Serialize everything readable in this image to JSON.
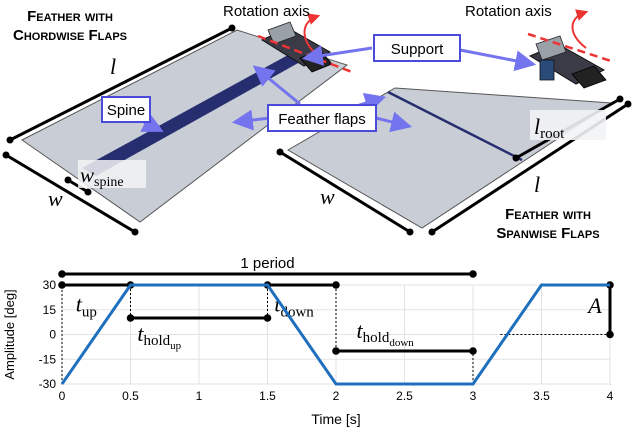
{
  "top": {
    "title_chordwise_line1": "Feather with",
    "title_chordwise_line2": "Chordwise Flaps",
    "title_spanwise_line1": "Feather with",
    "title_spanwise_line2": "Spanwise Flaps",
    "rotation_axis_left": "Rotation axis",
    "rotation_axis_right": "Rotation axis",
    "support_label": "Support",
    "feather_flaps_label": "Feather flaps",
    "spine_label": "Spine",
    "dim_l": "l",
    "dim_w": "w",
    "dim_w_spine": "w",
    "dim_w_spine_sub": "spine",
    "dim_l_root": "l",
    "dim_l_root_sub": "root",
    "dim_l_right": "l",
    "dim_w_right": "w",
    "colors": {
      "label_border": "#4b4bd9",
      "arrow": "#7474ee",
      "plate": "#c9ced6",
      "spine": "#262e70",
      "axis": "#ee3333"
    }
  },
  "chart_data": {
    "type": "line",
    "title": "",
    "xlabel": "Time [s]",
    "ylabel": "Amplitude [deg]",
    "xlim": [
      0,
      4
    ],
    "ylim": [
      -30,
      30
    ],
    "xticks": [
      "0",
      "0.5",
      "1",
      "1.5",
      "2",
      "2.5",
      "3",
      "3.5",
      "4"
    ],
    "xtick_values": [
      0,
      0.5,
      1,
      1.5,
      2,
      2.5,
      3,
      3.5,
      4
    ],
    "yticks": [
      "30",
      "15",
      "0",
      "-15",
      "-30"
    ],
    "ytick_values": [
      30,
      15,
      0,
      -15,
      -30
    ],
    "grid": true,
    "series": [
      {
        "x": [
          0,
          0.5,
          1.5,
          2,
          3,
          3.5,
          4
        ],
        "y": [
          -30,
          30,
          30,
          -30,
          -30,
          30,
          30
        ],
        "color": "#1f6fbf"
      }
    ],
    "annotations": {
      "period_label": "1 period",
      "t_up": "t",
      "t_up_sub": "up",
      "t_down": "t",
      "t_down_sub": "down",
      "t_hold_up": "t",
      "t_hold_up_sub": "hold",
      "t_hold_up_subsub": "up",
      "t_hold_down": "t",
      "t_hold_down_sub": "hold",
      "t_hold_down_subsub": "down",
      "amplitude": "A"
    }
  }
}
